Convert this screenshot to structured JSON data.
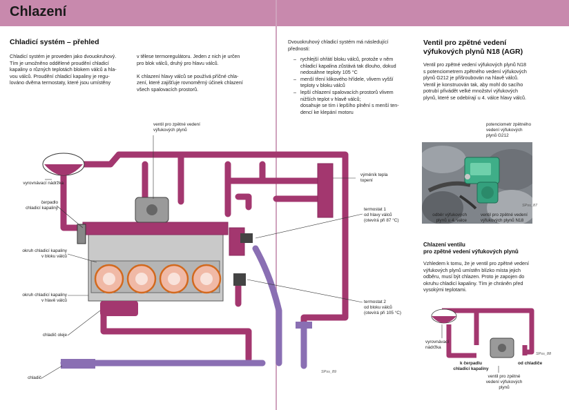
{
  "page_title": "Chlazení",
  "left": {
    "section_title": "Chladicí systém – přehled",
    "col1_text": "Chladicí systém je proveden jako dvouokruhový.\nTím je umožněno oddělené proudění chladicí\nkapaliny o různých teplotách blokem válců a hla-\nvou válců. Proudění chladicí kapaliny je regu-\nlováno dvěma termostaty, které jsou umístěny",
    "col2_text": "v tělese termoregulátoru. Jeden z nich je určen\npro blok válců, druhý pro hlavu válců.\n\nK chlazení hlavy válců se používá příčné chla-\nzení, které zajišťuje rovnoměrný účinek chlazení\nvšech spalovacích prostorů."
  },
  "right_intro": {
    "intro": "Dvouokruhový chladicí systém má následující\npřednosti:",
    "bullets": [
      "rychlejší ohřátí bloku válců, protože v něm\nchladicí kapalina zůstává tak dlouho, dokud\nnedosáhne teploty 105 °C",
      "menší tření klikového hřídele, vlivem vyšší\nteploty v bloku válců",
      "lepší chlazení spalovacích prostorů vlivem\nnižších teplot v hlavě válců;\ndosahuje se tím i lepšího plnění s menší ten-\ndencí ke klepání motoru"
    ]
  },
  "egr": {
    "title": "Ventil pro zpětné vedení\nvýfukových plynů N18  (AGR)",
    "text": "Ventil pro zpětné vedení výfukových plynů N18\ns potenciometrem zpětného vedení výfukových\nplynů G212 je přišroubován na hlavě válců.\nVentil je konstruován tak, aby mohl do sacího\npotrubí přivádět velké množství výfukových\nplynů, které se odebírají u 4. válce hlavy válců.",
    "photo_label_top": "potenciometr zpětného\nvedení výfukových\nplynů G212",
    "photo_label_left": "odběr výfukových\nplynů u 4. válce",
    "photo_label_right": "ventil pro zpětné vedení\nvýfukových plynů N18",
    "photo_code": "SPss_87"
  },
  "egr_cooling": {
    "title": "Chlazení ventilu\npro zpětné vedení výfukových plynů",
    "text": "Vzhledem k tomu, že je ventil pro zpětné vedení\nvýfukových plynů umístěn blízko místa jejich\nodběru, musí být chlazen. Proto je zapojen do\nokruhu chladicí kapaliny. Tím je chráněn před\nvysokými teplotami.",
    "diagram_labels": {
      "reservoir": "vyrovnávací\nnádržka",
      "to_pump": "k čerpadlu\nchladicí kapaliny",
      "from_cooler": "od chladiče",
      "valve": "ventil pro zpětné\nvedení výfukových\nplynů"
    },
    "code": "SPss_88"
  },
  "main_diagram": {
    "labels": {
      "egr_valve": "ventil pro zpětné vedení\nvýfukových plynů",
      "reservoir": "vyrovnávací nádržka",
      "pump": "čerpadlo\nchladicí kapaliny",
      "block_circuit": "okruh chladicí kapaliny\nv bloku válců",
      "head_circuit": "okruh chladicí kapaliny\nv hlavě válců",
      "oil_cooler": "chladič oleje",
      "radiator": "chladič",
      "heat_exchanger": "výměník tepla\ntopení",
      "thermostat1": "termostat 1\nod hlavy válců\n(otevírá při 87 °C)",
      "thermostat2": "termostat 2\nod bloku válců\n(otevírá při 105 °C)"
    },
    "code": "SPss_89"
  },
  "colors": {
    "header": "#c889ad",
    "pipe": "#a3376f",
    "pipe_dark": "#8a2a5d",
    "radiator_pipe": "#8a6fb3",
    "engine": "#c9c9c9",
    "piston": "#f0b9a6"
  }
}
